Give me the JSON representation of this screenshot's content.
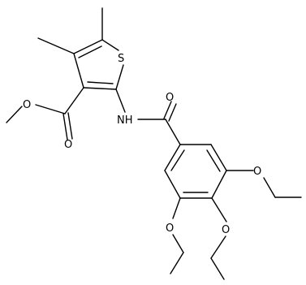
{
  "molecule": {
    "atoms": {
      "sulfur": "S",
      "amide_nh": "NH",
      "amide_o": "O",
      "ester_carbonyl_o": "O",
      "ester_ether_o": "O",
      "ethoxy_meta_o": "O",
      "ethoxy_para_o": "O",
      "ethoxy_meta2_o": "O"
    }
  }
}
